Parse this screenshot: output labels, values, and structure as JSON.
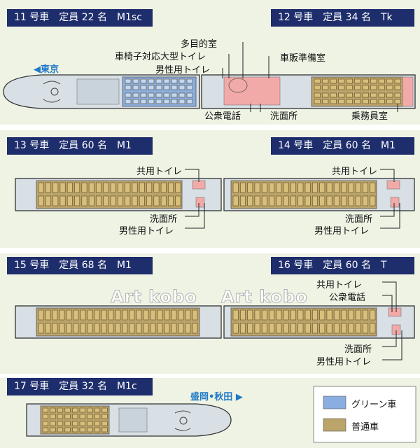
{
  "colors": {
    "green_car": "#8aaee0",
    "ordinary_car": "#bba46a",
    "band_bg": "#eef3e4",
    "title_bg": "#1e2d6b",
    "direction": "#1f78c8",
    "accent_pink": "#f2aaa8"
  },
  "cars": {
    "c11": {
      "label": "11 号車　定員 22 名　M1sc"
    },
    "c12": {
      "label": "12 号車　定員 34 名　Tk"
    },
    "c13": {
      "label": "13 号車　定員 60 名　M1"
    },
    "c14": {
      "label": "14 号車　定員 60 名　M1"
    },
    "c15": {
      "label": "15 号車　定員 68 名　M1"
    },
    "c16": {
      "label": "16 号車　定員 60 名　T"
    },
    "c17": {
      "label": "17 号車　定員 32 名　M1c"
    }
  },
  "directions": {
    "tokyo": "◀東京",
    "morioka": "盛岡•秋田 ▶"
  },
  "callouts": {
    "row1": {
      "multipurpose": "多目的室",
      "wheelchair_toilet": "車椅子対応大型トイレ",
      "mens_toilet": "男性用トイレ",
      "vending": "車販準備室",
      "phone": "公衆電話",
      "washroom": "洗面所",
      "crew": "乗務員室"
    },
    "row2": {
      "left_shared_toilet": "共用トイレ",
      "left_washroom": "洗面所",
      "left_mens_toilet": "男性用トイレ",
      "right_shared_toilet": "共用トイレ",
      "right_washroom": "洗面所",
      "right_mens_toilet": "男性用トイレ"
    },
    "row3": {
      "shared_toilet": "共用トイレ",
      "phone": "公衆電話",
      "washroom": "洗面所",
      "mens_toilet": "男性用トイレ"
    }
  },
  "watermark": {
    "left": "Art kobo",
    "right": "Art kobo"
  },
  "legend": {
    "green": "グリーン車",
    "ordinary": "普通車"
  }
}
